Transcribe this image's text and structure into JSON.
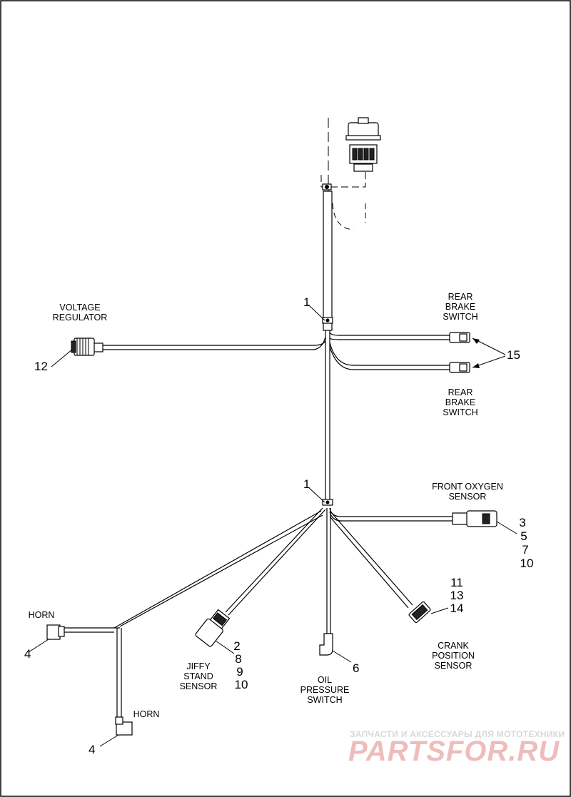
{
  "labels": {
    "voltage_regulator": [
      "VOLTAGE",
      "REGULATOR"
    ],
    "rear_brake_switch_top": [
      "REAR",
      "BRAKE",
      "SWITCH"
    ],
    "rear_brake_switch_bottom": [
      "REAR",
      "BRAKE",
      "SWITCH"
    ],
    "front_oxygen_sensor": [
      "FRONT OXYGEN",
      "SENSOR"
    ],
    "crank_position_sensor": [
      "CRANK",
      "POSITION",
      "SENSOR"
    ],
    "oil_pressure_switch": [
      "OIL",
      "PRESSURE",
      "SWITCH"
    ],
    "jiffy_stand_sensor": [
      "JIFFY",
      "STAND",
      "SENSOR"
    ],
    "horn_top": "HORN",
    "horn_bottom": "HORN"
  },
  "callouts": {
    "clip_upper": "1",
    "clip_lower": "1",
    "voltage_regulator": "12",
    "rear_brake": "15",
    "front_oxygen": [
      "3",
      "5",
      "7",
      "10"
    ],
    "crank_position": [
      "11",
      "13",
      "14"
    ],
    "oil_pressure": "6",
    "jiffy_stand": [
      "2",
      "8",
      "9",
      "10"
    ],
    "horn_top": "4",
    "horn_bottom": "4"
  },
  "watermark": {
    "line1": "ЗАПЧАСТИ И АКСЕССУАРЫ ДЛЯ МОТОТЕХНИКИ",
    "logo": "PARTSFOR.RU"
  }
}
